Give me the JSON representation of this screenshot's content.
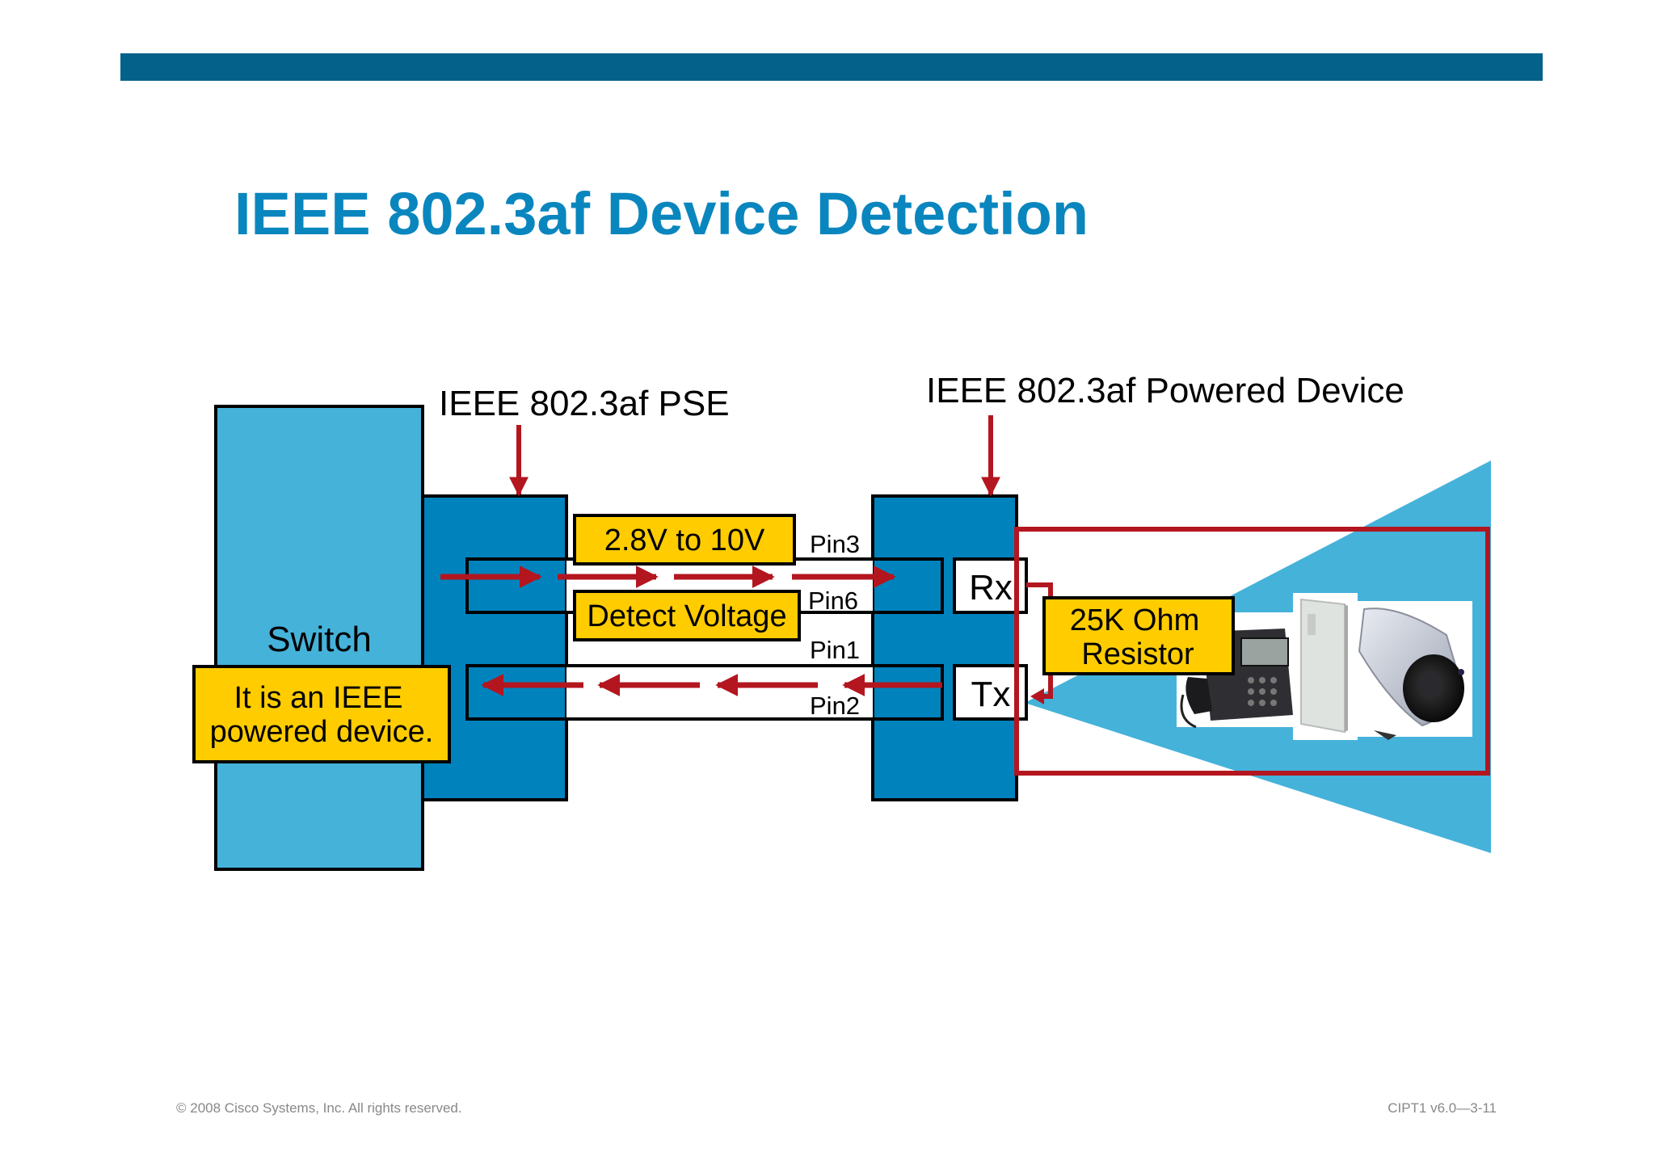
{
  "slide": {
    "title": "IEEE 802.3af Device Detection",
    "footer_left": "© 2008 Cisco Systems, Inc. All rights reserved.",
    "footer_right": "CIPT1 v6.0—3-11"
  },
  "diagram": {
    "pse_label": "IEEE 802.3af PSE",
    "pd_label": "IEEE 802.3af Powered Device",
    "switch_label": "Switch",
    "switch_callout": [
      "It is an IEEE",
      "powered device."
    ],
    "voltage_label": "2.8V to 10V",
    "detect_label": "Detect Voltage",
    "pins": {
      "pin3": "Pin3",
      "pin6": "Pin6",
      "pin1": "Pin1",
      "pin2": "Pin2"
    },
    "rx": "Rx",
    "tx": "Tx",
    "resistor_label": [
      "25K Ohm",
      "Resistor"
    ]
  },
  "colors": {
    "header_bar": "#04618a",
    "title": "#0a86be",
    "switch_fill": "#45b2da",
    "module_fill": "#0083bd",
    "callout_fill": "#ffcc00",
    "arrow_red": "#b3161f",
    "fan_fill": "#45b2da"
  },
  "icons": [
    "ip-phone-icon",
    "access-point-icon",
    "security-camera-icon"
  ]
}
